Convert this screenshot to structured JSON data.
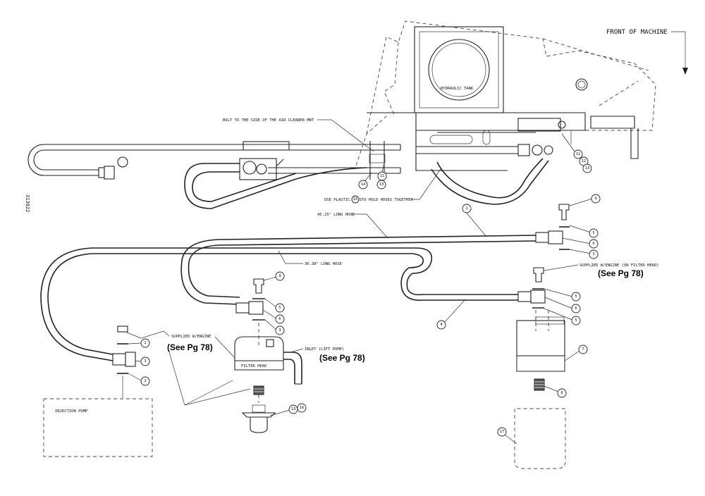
{
  "labels": {
    "front_of_machine": "FRONT OF MACHINE",
    "hydraulic_tank": "HYDRAULIC TANK",
    "bolt_note": "BOLT TO THE SIDE OF THE AIR CLEANER MNT",
    "ties_prefix": "USE PLASTIC TIES",
    "ties_suffix": "TO HOLD HOSES TOGETHER",
    "hose_long_1": "45.25\" LONG HOSE",
    "hose_long_2": "36.38\" LONG HOSE",
    "supplied_filter_head": "SUPPLIED W/ENGINE (ON FILTER HEAD)",
    "supplied_engine": "SUPPLIED W/ENGINE",
    "inlet_lift_pump": "INLET (LIFT PUMP)",
    "filter_head": "FILTER HEAD",
    "injection_pump": "INJECTION PUMP",
    "see_pg_1": "(See Pg 78)",
    "see_pg_2": "(See Pg 78)",
    "see_pg_3": "(See Pg 78)",
    "figure_number": "313822"
  },
  "callouts": {
    "c_ties": "15",
    "c_top_11": "11",
    "c_top_13": "13",
    "c_top_14": "14",
    "c_right_11": "11",
    "c_right_12": "12",
    "c_right_13": "13",
    "c_hose1": "1",
    "c_r_9": "9",
    "c_r_5a": "5",
    "c_r_6a": "6",
    "c_r_3a": "3",
    "c_r_5b": "5",
    "c_r_6b": "6",
    "c_r_5c": "5",
    "c_r_7": "7",
    "c_r_8": "8",
    "c_r_17": "17",
    "c_hose4": "4",
    "c_m_9": "9",
    "c_m_5": "5",
    "c_m_6": "6",
    "c_m_3": "3",
    "c_l_2a": "2",
    "c_l_3": "3",
    "c_l_2b": "2",
    "c_b_13": "13",
    "c_b_16": "16"
  }
}
